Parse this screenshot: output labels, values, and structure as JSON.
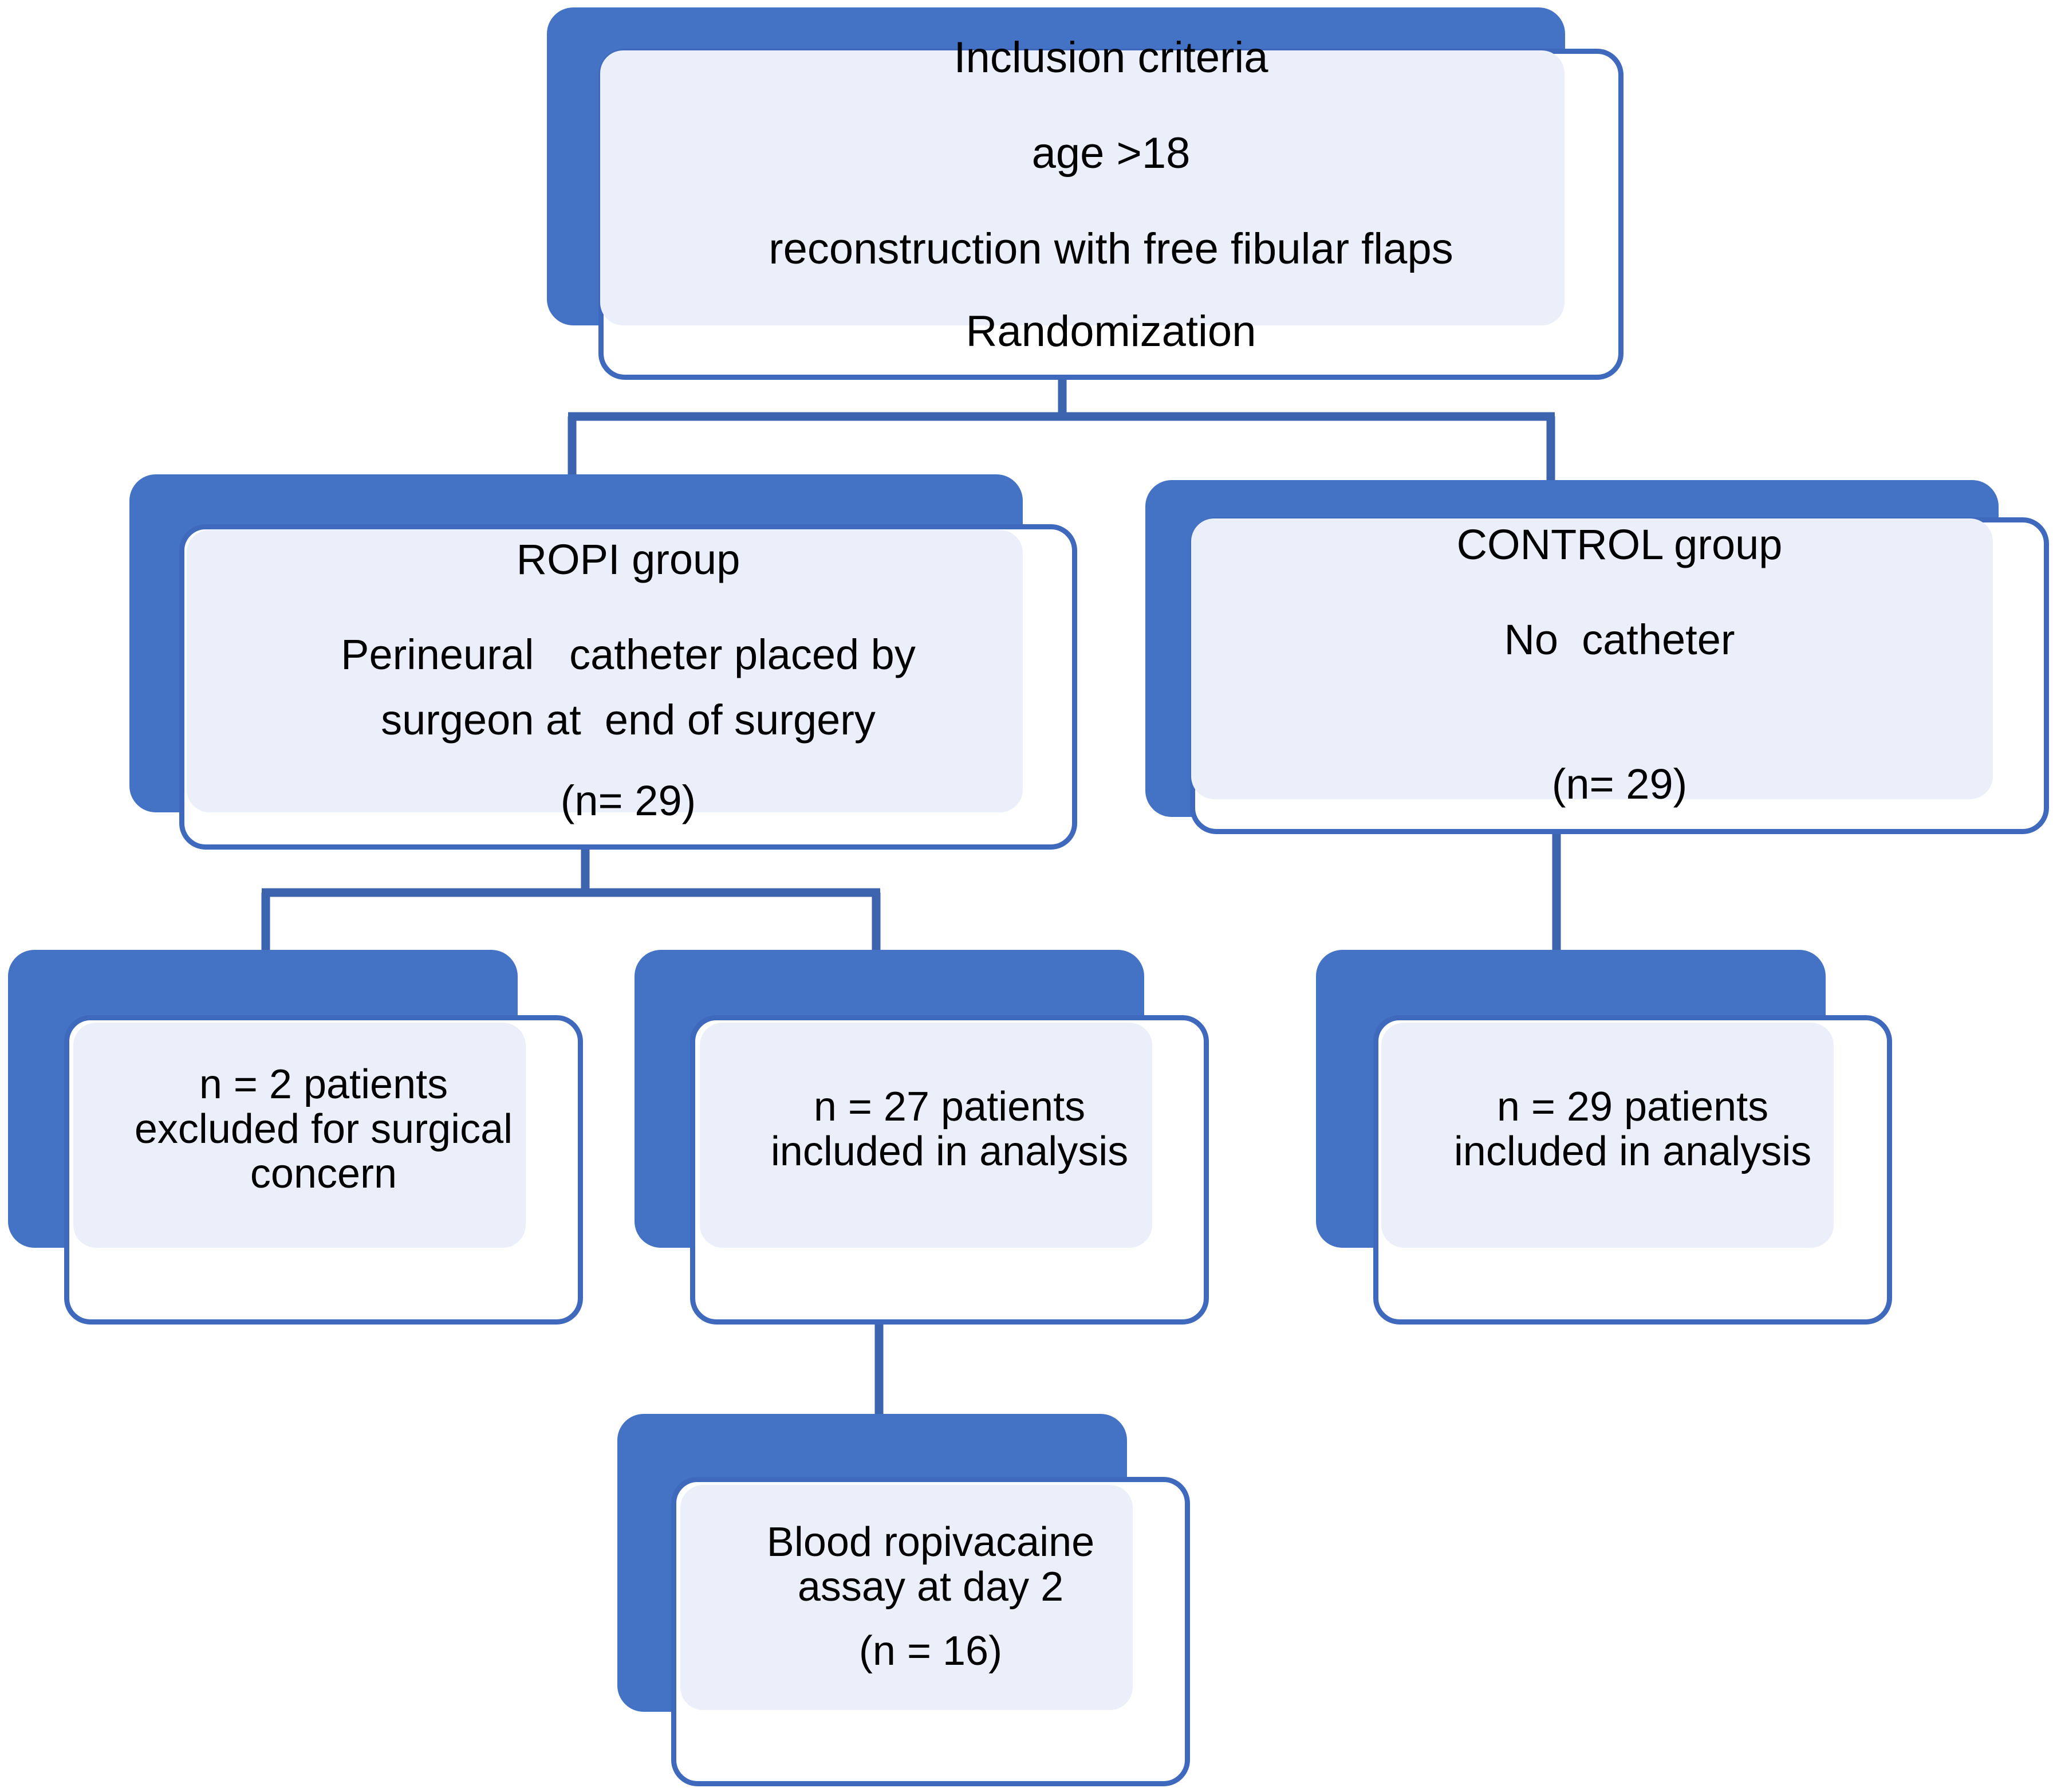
{
  "diagram": {
    "type": "consort-flow-diagram",
    "colors": {
      "accent_blue": "#4472C4",
      "border_blue": "#3F69BC",
      "panel_light": "#EBEFF9",
      "card_white": "#FFFFFF",
      "text": "#000000"
    },
    "nodes": [
      {
        "id": "inclusion",
        "name": "inclusion-criteria-node",
        "lines": [
          "Inclusion criteria",
          "age >18",
          "reconstruction with free fibular flaps",
          "Randomization"
        ]
      },
      {
        "id": "ropi",
        "name": "ropi-group-node",
        "lines": [
          "ROPI group",
          "Perineural   catheter placed by",
          "surgeon at  end of surgery",
          "(n= 29)"
        ]
      },
      {
        "id": "control",
        "name": "control-group-node",
        "lines": [
          "CONTROL group",
          "No  catheter",
          "(n= 29)"
        ]
      },
      {
        "id": "excluded",
        "name": "excluded-patients-node",
        "lines": [
          "n = 2 patients",
          "excluded for surgical",
          "concern"
        ]
      },
      {
        "id": "ropi-analyzed",
        "name": "ropi-analyzed-node",
        "lines": [
          "n = 27 patients",
          "included in analysis"
        ]
      },
      {
        "id": "control-analyzed",
        "name": "control-analyzed-node",
        "lines": [
          "n = 29 patients",
          "included in analysis"
        ]
      },
      {
        "id": "assay",
        "name": "blood-assay-node",
        "lines": [
          "Blood ropivacaine",
          "assay at day 2",
          "(n = 16)"
        ]
      }
    ],
    "edges": [
      {
        "from": "inclusion",
        "to": "ropi"
      },
      {
        "from": "inclusion",
        "to": "control"
      },
      {
        "from": "ropi",
        "to": "excluded"
      },
      {
        "from": "ropi",
        "to": "ropi-analyzed"
      },
      {
        "from": "control",
        "to": "control-analyzed"
      },
      {
        "from": "ropi-analyzed",
        "to": "assay"
      }
    ]
  }
}
